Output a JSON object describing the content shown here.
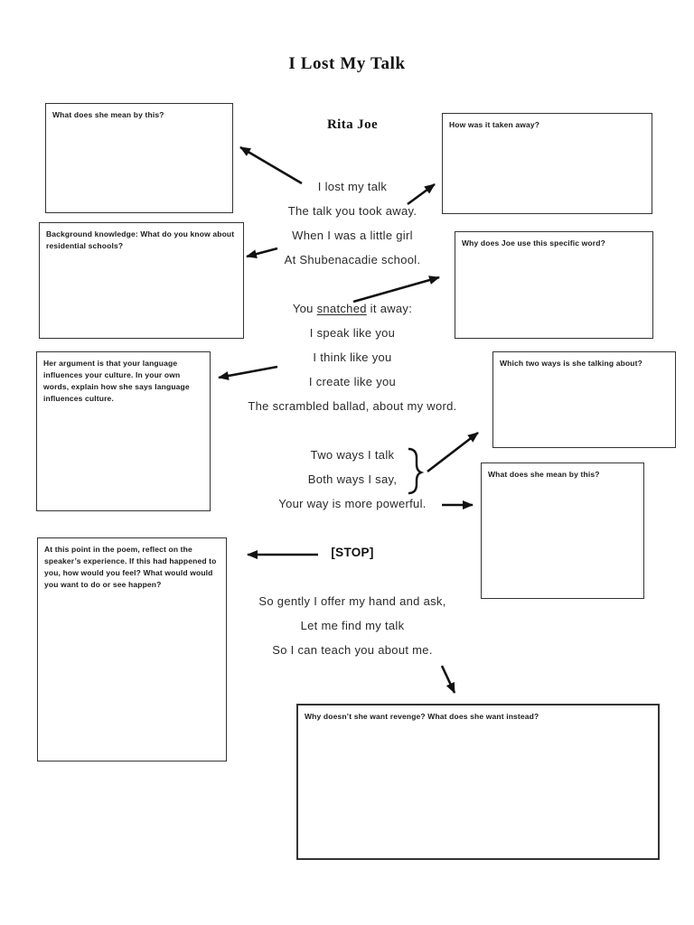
{
  "page": {
    "title": "I Lost My Talk",
    "author": "Rita Joe"
  },
  "poem": {
    "lines": {
      "l1": "I lost my talk",
      "l2": "The talk you took away.",
      "l3": "When I was a little girl",
      "l4": "At Shubenacadie school.",
      "l5_prefix": "You ",
      "l5_underlined": "snatched",
      "l5_suffix": " it away:",
      "l6": "I speak like you",
      "l7": "I think like you",
      "l8": "I create like you",
      "l9": "The scrambled ballad, about my word.",
      "l10": "Two ways I talk",
      "l11": "Both ways I say,",
      "l12": "Your way is more powerful.",
      "stop": "[STOP]",
      "l13": "So gently I offer my hand and ask,",
      "l14": "Let me find my talk",
      "l15": "So I can teach you about me."
    }
  },
  "question_boxes": {
    "top_left_mean": "What does she mean by this?",
    "background_knowledge": "Background knowledge: What do you know about residential schools?",
    "her_argument": "Her argument is that your language influences your culture. In your own words, explain how she says language influences culture.",
    "reflect": "At this point in the poem, reflect on the speaker’s experience. If this had happened to you, how would you feel? What would would you want to do or see happen?",
    "how_taken_away": "How was it taken away?",
    "specific_word": "Why does Joe use this specific word?",
    "which_two_ways": "Which two ways is she talking about?",
    "right_mean": "What does she mean by this?",
    "revenge": "Why doesn’t she want revenge? What does she want instead?"
  },
  "colors": {
    "ink": "#1a1a1a",
    "border": "#333333",
    "background": "#ffffff"
  }
}
